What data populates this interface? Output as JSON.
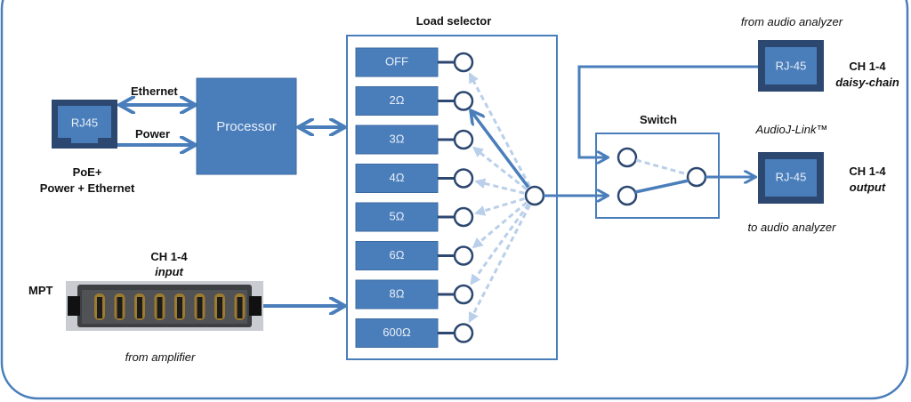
{
  "colors": {
    "primary": "#4a7ebb",
    "dark": "#2c4770",
    "light_dash": "#b9cfea",
    "frame": "#4a7ebb"
  },
  "poe": {
    "connector_label": "RJ45",
    "caption_line1": "PoE+",
    "caption_line2": "Power + Ethernet",
    "ethernet_label": "Ethernet",
    "power_label": "Power"
  },
  "processor": {
    "label": "Processor"
  },
  "mpt": {
    "label": "MPT",
    "channel": "CH 1-4",
    "channel_sub": "input",
    "source": "from amplifier",
    "pins": 8
  },
  "load_selector": {
    "title": "Load selector",
    "loads": [
      "OFF",
      "2Ω",
      "3Ω",
      "4Ω",
      "5Ω",
      "6Ω",
      "8Ω",
      "600Ω"
    ],
    "selected": "2Ω"
  },
  "switch": {
    "title": "Switch"
  },
  "daisy": {
    "source": "from audio analyzer",
    "connector_label": "RJ-45",
    "channel": "CH 1-4",
    "channel_sub": "daisy-chain"
  },
  "output": {
    "brand": "AudioJ-Link™",
    "connector_label": "RJ-45",
    "channel": "CH 1-4",
    "channel_sub": "output",
    "dest": "to audio analyzer"
  }
}
